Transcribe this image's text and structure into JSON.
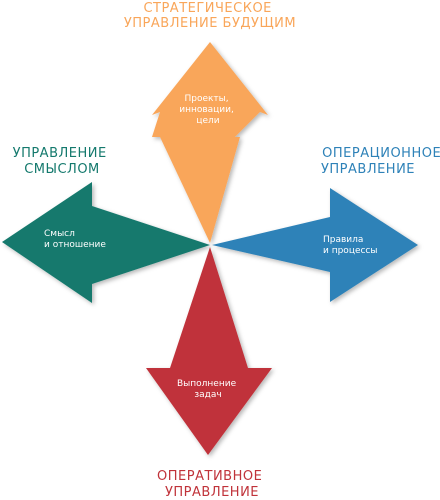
{
  "colors": {
    "strategic": "#f9a65a",
    "operational": "#2e82b8",
    "operative": "#c0333a",
    "meaning": "#14796d"
  },
  "arrows": {
    "up": {
      "heading_line1": "СТРАТЕГИЧЕСКОЕ",
      "heading_line2": "УПРАВЛЕНИЕ БУДУЩИМ",
      "inner_line1": "Проекты,",
      "inner_line2": "инновации,",
      "inner_line3": "цели"
    },
    "right": {
      "heading_line1": "ОПЕРАЦИОННОЕ",
      "heading_line2": "УПРАВЛЕНИЕ",
      "inner_line1": "Правила",
      "inner_line2": "и процессы"
    },
    "down": {
      "heading_line1": "ОПЕРАТИВНОЕ",
      "heading_line2": "УПРАВЛЕНИЕ",
      "inner_line1": "Выполнение",
      "inner_line2": "задач"
    },
    "left": {
      "heading_line1": "УПРАВЛЕНИЕ",
      "heading_line2": "СМЫСЛОМ",
      "inner_line1": "Смысл",
      "inner_line2": "и отношение"
    }
  }
}
